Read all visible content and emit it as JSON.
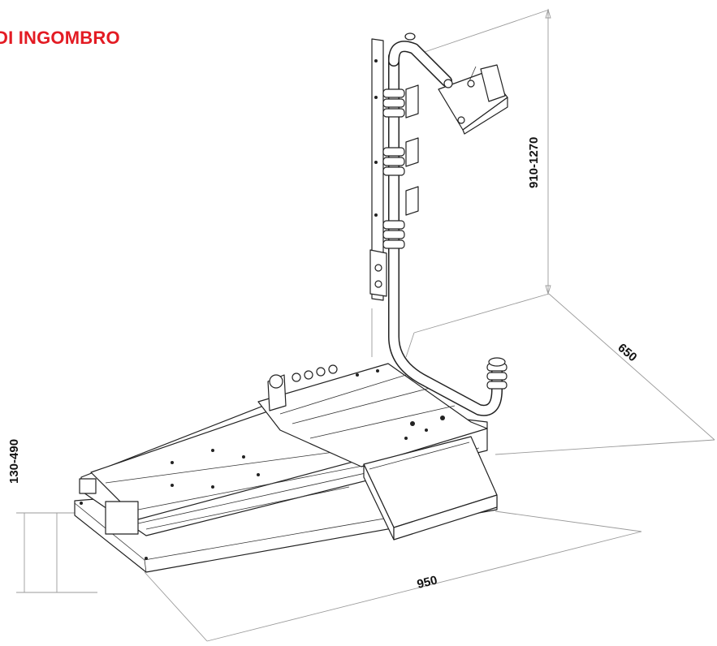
{
  "title": "DI INGOMBRO",
  "colors": {
    "title": "#e31b23",
    "line": "#222222",
    "dimension_line": "#9a9a9a"
  },
  "dimensions": {
    "height_range": "910-1270",
    "depth": "650",
    "width": "950",
    "base_height_range": "130-490"
  }
}
